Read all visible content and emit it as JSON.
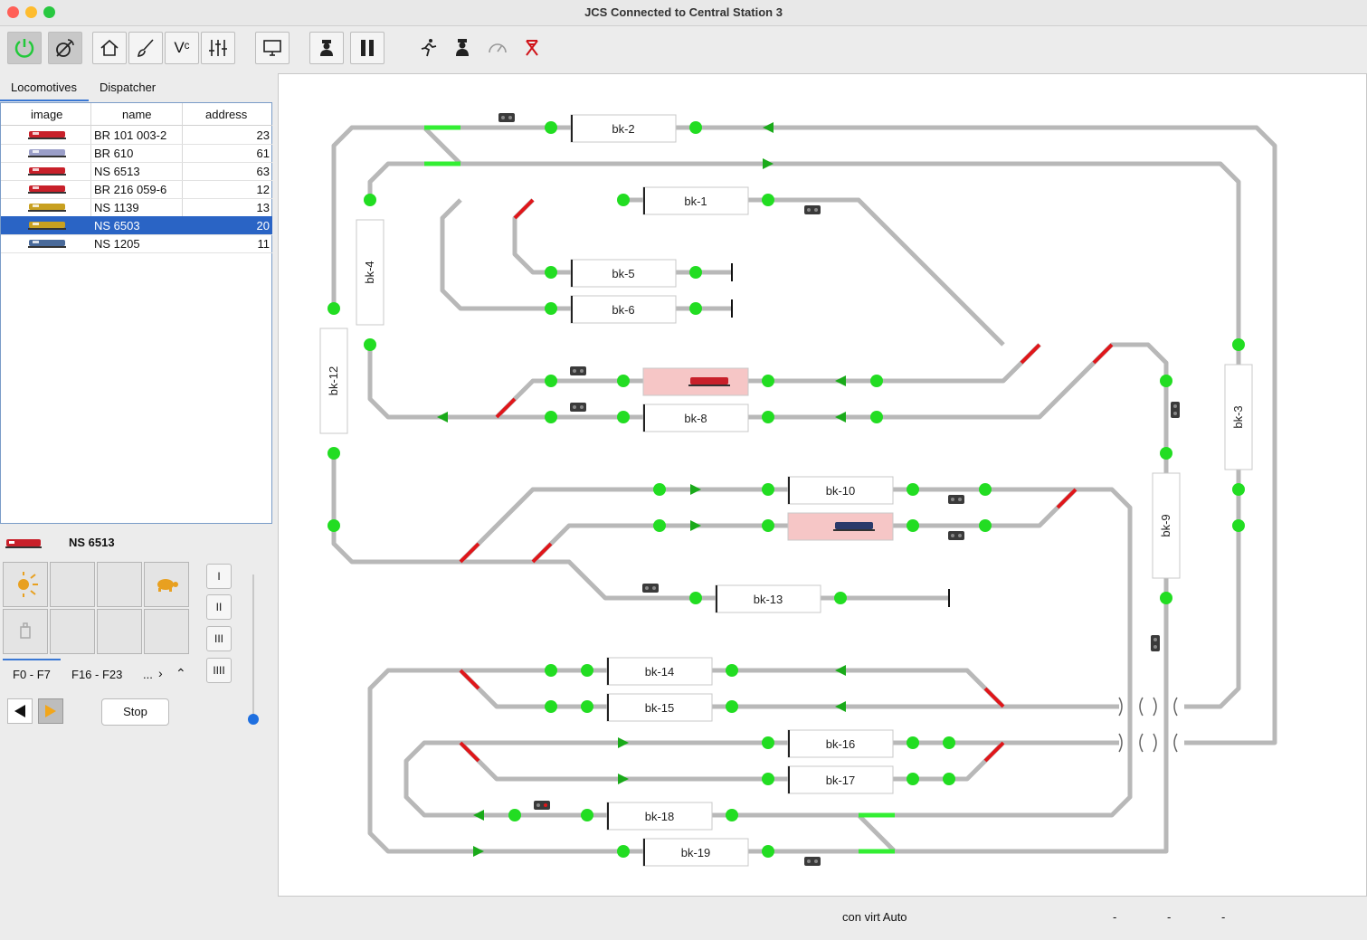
{
  "window": {
    "title": "JCS Connected to Central Station 3",
    "traffic_lights": {
      "close": "#ff5f57",
      "minimize": "#febc2e",
      "zoom": "#28c840"
    }
  },
  "toolbar": {
    "power_color": "#22c93a",
    "icons": [
      "power-icon",
      "connect-icon",
      "home-icon",
      "brush-icon",
      "vc-icon",
      "sliders-icon",
      "display-icon",
      "dispatcher-icon",
      "pause-icon",
      "run-icon",
      "driver-icon",
      "gauge-icon",
      "signal-stop-icon"
    ]
  },
  "tabs": [
    "Locomotives",
    "Dispatcher"
  ],
  "loco_table": {
    "columns": [
      "image",
      "name",
      "address"
    ],
    "rows": [
      {
        "name": "BR 101 003-2",
        "address": "23",
        "color": "#c8202a"
      },
      {
        "name": "BR 610",
        "address": "61",
        "color": "#9a9ec8"
      },
      {
        "name": "NS 6513",
        "address": "63",
        "color": "#c8202a"
      },
      {
        "name": "BR 216 059-6",
        "address": "12",
        "color": "#c8202a"
      },
      {
        "name": "NS 1139",
        "address": "13",
        "color": "#c8a020"
      },
      {
        "name": "NS 6503",
        "address": "20",
        "color": "#c8a020",
        "selected": true
      },
      {
        "name": "NS 1205",
        "address": "11",
        "color": "#4a6a9a"
      }
    ]
  },
  "cab": {
    "loco_name": "NS 6513",
    "function_tabs": [
      "F0 - F7",
      "F16 - F23",
      "..."
    ],
    "speed_steps": [
      "I",
      "II",
      "III",
      "IIII"
    ],
    "stop_label": "Stop"
  },
  "layout": {
    "blocks": [
      "bk-1",
      "bk-2",
      "bk-3",
      "bk-4",
      "bk-5",
      "bk-6",
      "bk-8",
      "bk-9",
      "bk-10",
      "bk-12",
      "bk-13",
      "bk-14",
      "bk-15",
      "bk-16",
      "bk-17",
      "bk-18",
      "bk-19"
    ],
    "occupied_color": "#f6c6c6",
    "track_color": "#b8b8b8",
    "sensor_color": "#22dd22",
    "arrow_color": "#1aaa1a",
    "turnout_color": "#e0161a"
  },
  "status": {
    "mode": "con virt Auto",
    "fields": [
      "-",
      "-",
      "-"
    ]
  }
}
